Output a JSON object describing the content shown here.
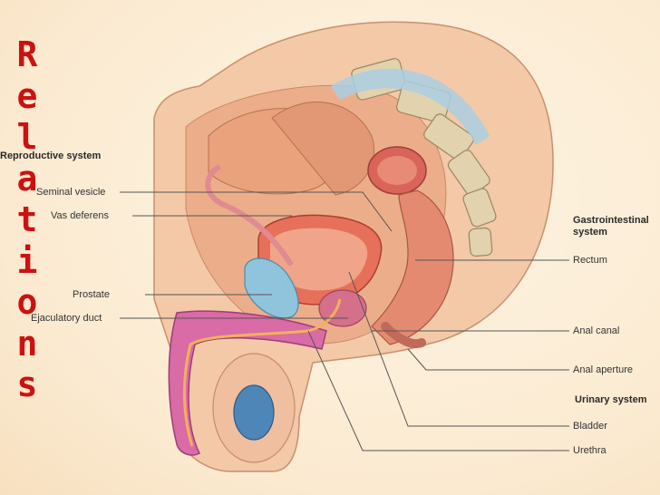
{
  "title_letters": [
    "R",
    "e",
    "l",
    "a",
    "t",
    "i",
    "o",
    "n",
    "s"
  ],
  "left_labels": {
    "reproductive_system": "Reproductive system",
    "seminal_vesicle": "Seminal vesicle",
    "vas_deferens": "Vas deferens",
    "prostate": "Prostate",
    "ejaculatory_duct": "Ejaculatory duct"
  },
  "right_labels": {
    "gastrointestinal_line1": "Gastrointestinal",
    "gastrointestinal_line2": "system",
    "rectum": "Rectum",
    "anal_canal": "Anal canal",
    "anal_aperture": "Anal aperture",
    "urinary_system": "Urinary system",
    "bladder": "Bladder",
    "urethra": "Urethra"
  },
  "colors": {
    "title": "#cc1111",
    "skin": "#f3c9a8",
    "muscle": "#e58f6c",
    "bladder": "#e7705a",
    "seminal_blue": "#8fc4dc",
    "testis_blue": "#4f86b8",
    "penis_pink": "#d96ba6",
    "bone": "#d9c7a0"
  }
}
